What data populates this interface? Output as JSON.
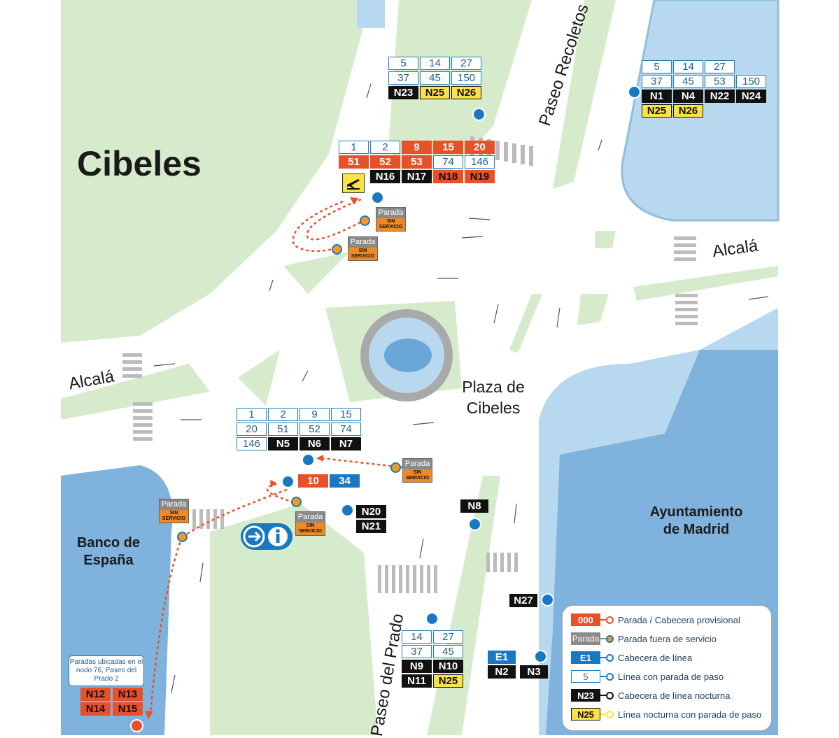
{
  "title": "Cibeles",
  "streets": {
    "paseo_recoletos": "Paseo Recoletos",
    "alcala_east": "Alcalá",
    "alcala_west": "Alcalá",
    "paseo_prado": "Paseo del Prado"
  },
  "places": {
    "plaza_line1": "Plaza de",
    "plaza_line2": "Cibeles",
    "ayuntamiento_line1": "Ayuntamiento",
    "ayuntamiento_line2": "de Madrid",
    "banco_line1": "Banco de",
    "banco_line2": "España"
  },
  "stops": {
    "top_center": {
      "rows": [
        [
          "5",
          "14",
          "27"
        ],
        [
          "37",
          "45",
          "150"
        ],
        [
          "N23",
          "N25",
          "N26"
        ]
      ]
    },
    "top_right": {
      "rows": [
        [
          "5",
          "14",
          "27"
        ],
        [
          "37",
          "45",
          "53",
          "150"
        ],
        [
          "N1",
          "N4",
          "N22",
          "N24"
        ],
        [
          "N25",
          "N26"
        ]
      ]
    },
    "top_left": {
      "rows": [
        [
          "1",
          "2",
          "9",
          "15",
          "20"
        ],
        [
          "51",
          "52",
          "53",
          "74",
          "146"
        ],
        [
          "N16",
          "N17",
          "N18",
          "N19"
        ]
      ]
    },
    "middle": {
      "rows": [
        [
          "1",
          "2",
          "9",
          "15"
        ],
        [
          "20",
          "51",
          "52",
          "74"
        ],
        [
          "146",
          "N5",
          "N6",
          "N7"
        ]
      ]
    },
    "provisional_pair": [
      "10",
      "34"
    ],
    "n20_n21": [
      "N20",
      "N21"
    ],
    "n8": "N8",
    "n27": "N27",
    "prado": {
      "rows": [
        [
          "14",
          "27"
        ],
        [
          "37",
          "45"
        ],
        [
          "N9",
          "N10"
        ],
        [
          "N11",
          "N25"
        ]
      ]
    },
    "e1": [
      "E1",
      "N2",
      "N3"
    ],
    "nodo76_note": "Paradas ubicadas en el nodo 76, Paseo del Prado 2",
    "nodo76_lines": [
      [
        "N12",
        "N13"
      ],
      [
        "N14",
        "N15"
      ]
    ]
  },
  "out_of_service": {
    "label": "Parada",
    "status": "SIN SERVICIO"
  },
  "legend": [
    {
      "swatch": "000",
      "text": "Parada / Cabecera provisional"
    },
    {
      "swatch": "Parada",
      "text": "Parada fuera de servicio"
    },
    {
      "swatch": "E1",
      "text": "Cabecera de línea"
    },
    {
      "swatch": "5",
      "text": "Línea con parada de paso"
    },
    {
      "swatch": "N23",
      "text": "Cabecera de línea nocturna"
    },
    {
      "swatch": "N25",
      "text": "Línea nocturna con parada de paso"
    }
  ],
  "colors": {
    "park": "#d6ebcc",
    "building": "#7fb2dc",
    "building_light": "#b8d8ef",
    "road": "#ffffff",
    "provisional": "#e8502a",
    "night_terminal": "#111111",
    "night_pass": "#fbe347",
    "day_line": "#1f80c0"
  },
  "icons": [
    "airport-icon",
    "bus-info-icon",
    "fountain-icon"
  ]
}
